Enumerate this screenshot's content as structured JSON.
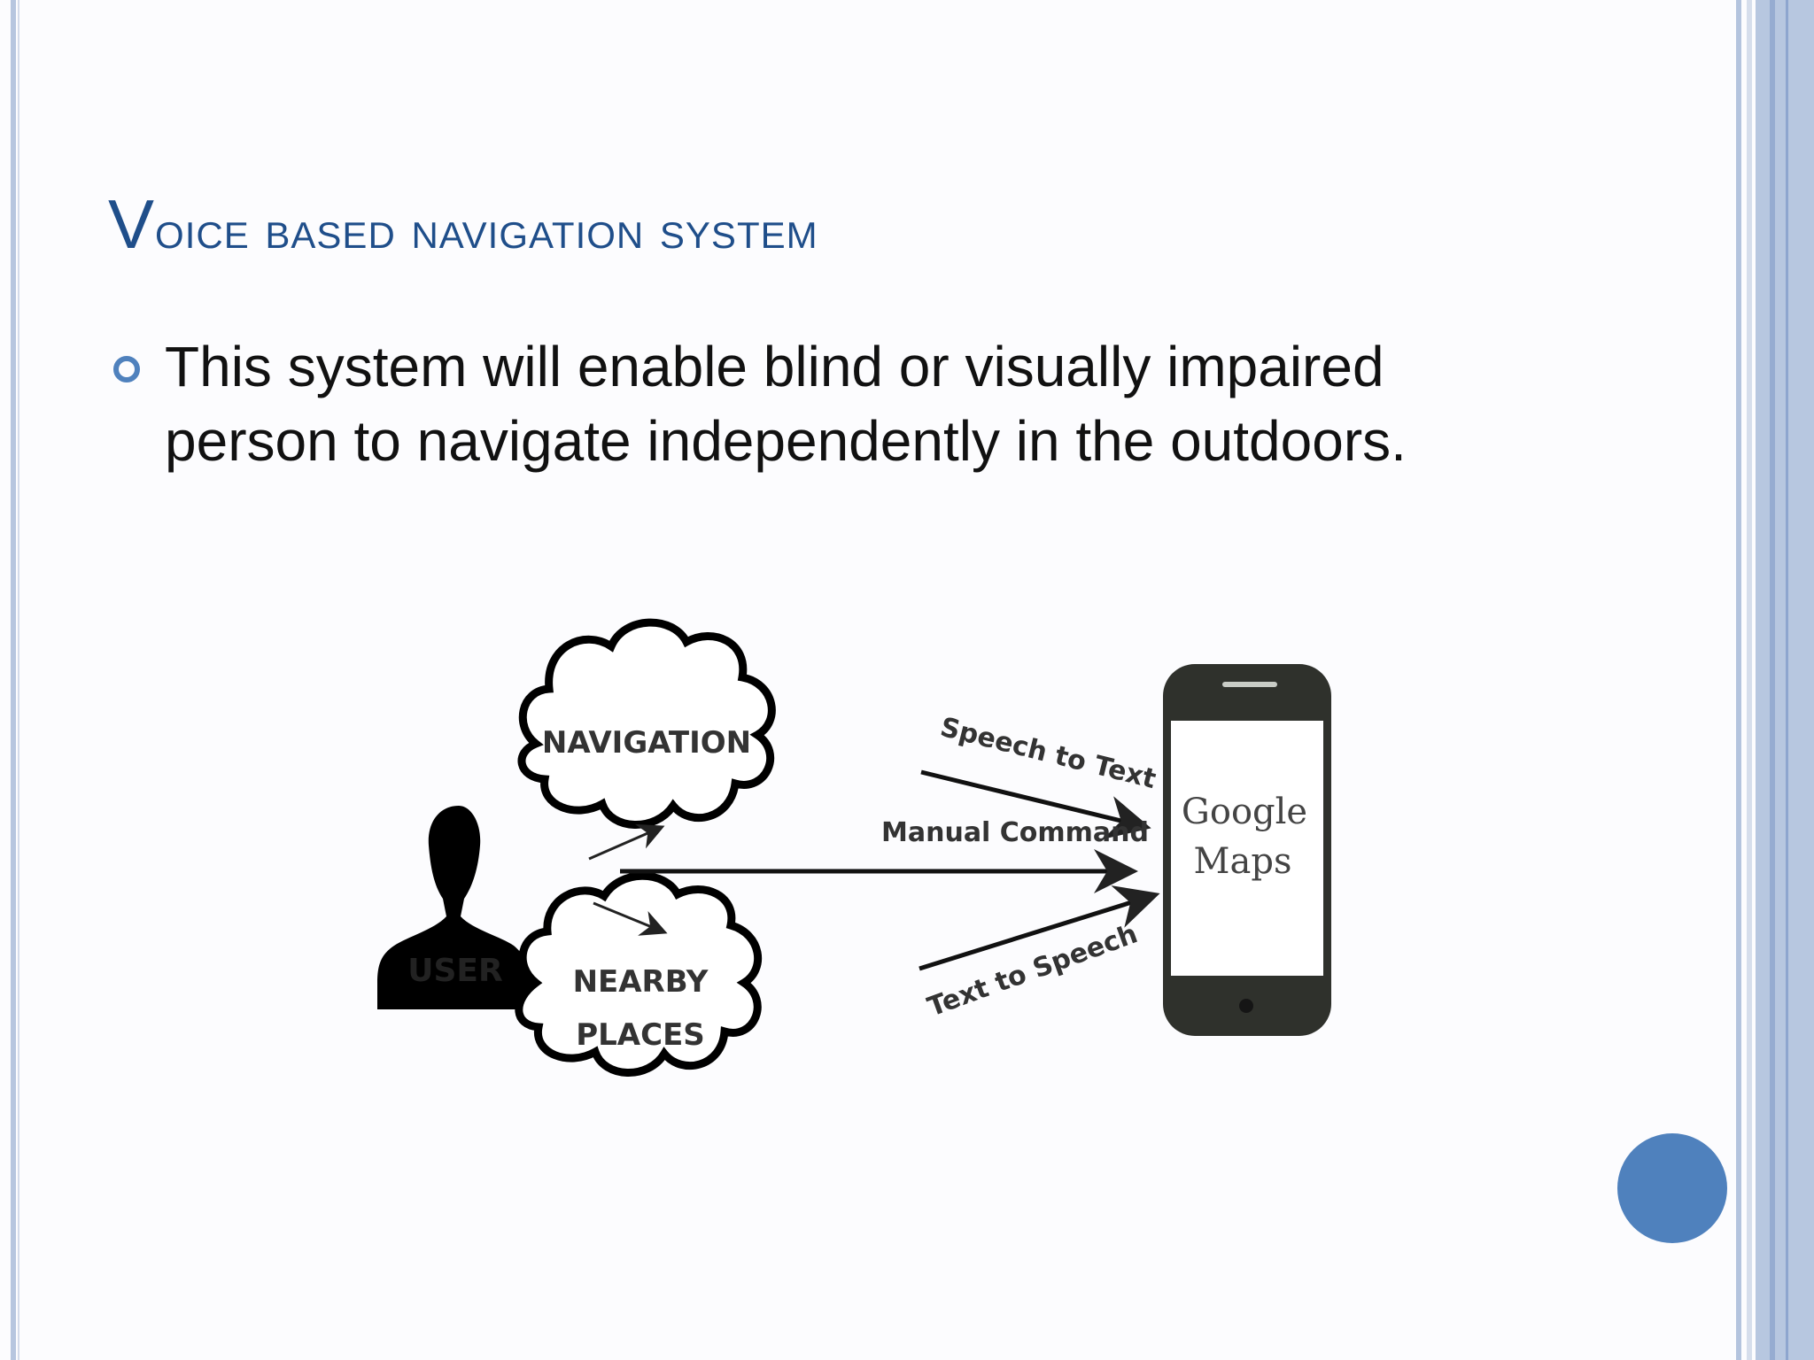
{
  "slide": {
    "title_first": "V",
    "title_rest": "oice based navigation system",
    "bullet": "This system will enable blind or visually impaired person to navigate independently in the outdoors."
  },
  "diagram": {
    "user_label": "USER",
    "cloud_top": "NAVIGATION",
    "cloud_bottom_line1": "NEARBY",
    "cloud_bottom_line2": "PLACES",
    "arrow_top": "Speech to Text",
    "arrow_middle": "Manual Command",
    "arrow_bottom": "Text to Speech",
    "phone_line1": "Google",
    "phone_line2": "Maps"
  },
  "colors": {
    "title": "#1f4e8a",
    "accent": "#4f81bd",
    "frame": "#b7c6df"
  }
}
